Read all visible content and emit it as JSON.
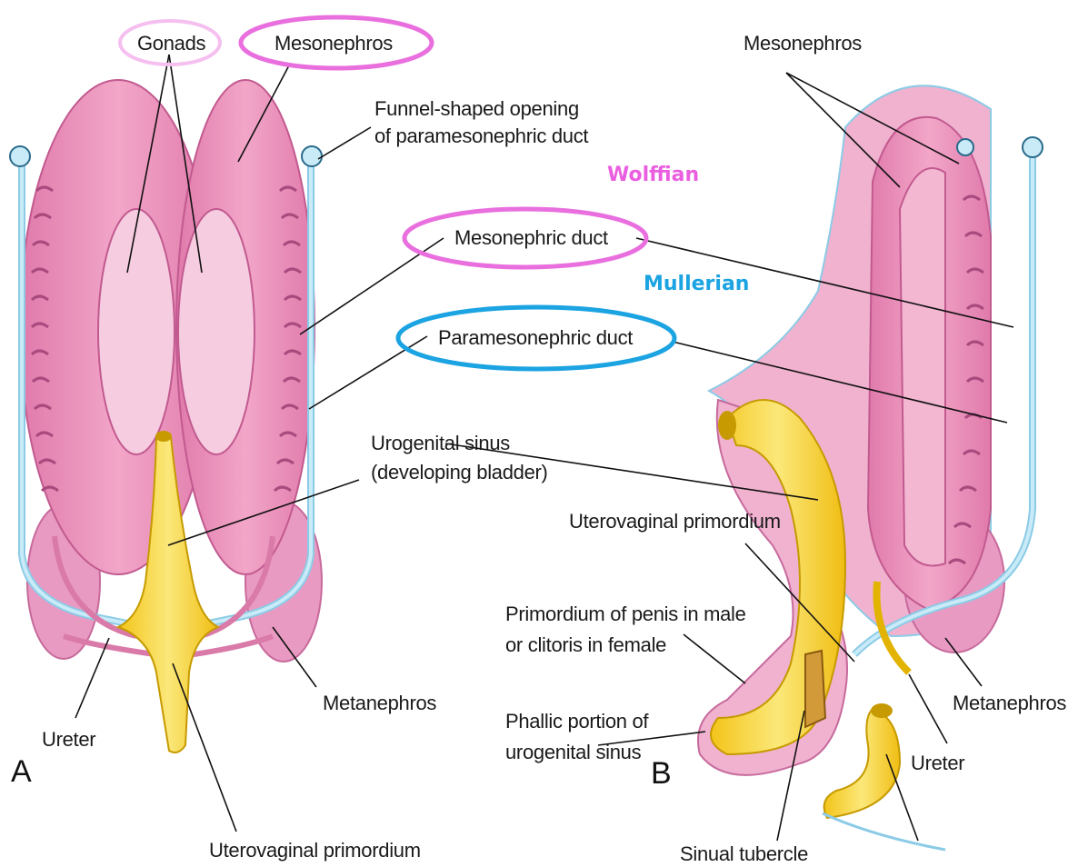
{
  "labels": {
    "gonads": "Gonads",
    "mesonephros_a": "Mesonephros",
    "funnel_line1": "Funnel-shaped opening",
    "funnel_line2": "of paramesonephric duct",
    "mesonephric_duct": "Mesonephric duct",
    "paramesonephric_duct": "Paramesonephric duct",
    "urogenital_line1": "Urogenital sinus",
    "urogenital_line2": "(developing bladder)",
    "metanephros_a": "Metanephros",
    "ureter_a": "Ureter",
    "uterovaginal_a": "Uterovaginal primordium",
    "mesonephros_b": "Mesonephros",
    "uterovaginal_b": "Uterovaginal primordium",
    "primordium_line1": "Primordium of penis in male",
    "primordium_line2": "or clitoris in female",
    "phallic_line1": "Phallic portion of",
    "phallic_line2": "urogenital sinus",
    "metanephros_b": "Metanephros",
    "ureter_b": "Ureter",
    "sinual_tubercle": "Sinual tubercle",
    "panel_a": "A",
    "panel_b": "B"
  },
  "annotations": {
    "wolffian": "Wolffian",
    "mullerian": "Mullerian"
  },
  "colors": {
    "kidney_pink": "#e889b6",
    "kidney_light": "#f5c9dd",
    "duct_blue": "#b9e1f0",
    "sinus_yellow": "#f7dc4a",
    "wolffian_magenta": "#ea5ee0",
    "mullerian_blue": "#1ba3e2"
  }
}
